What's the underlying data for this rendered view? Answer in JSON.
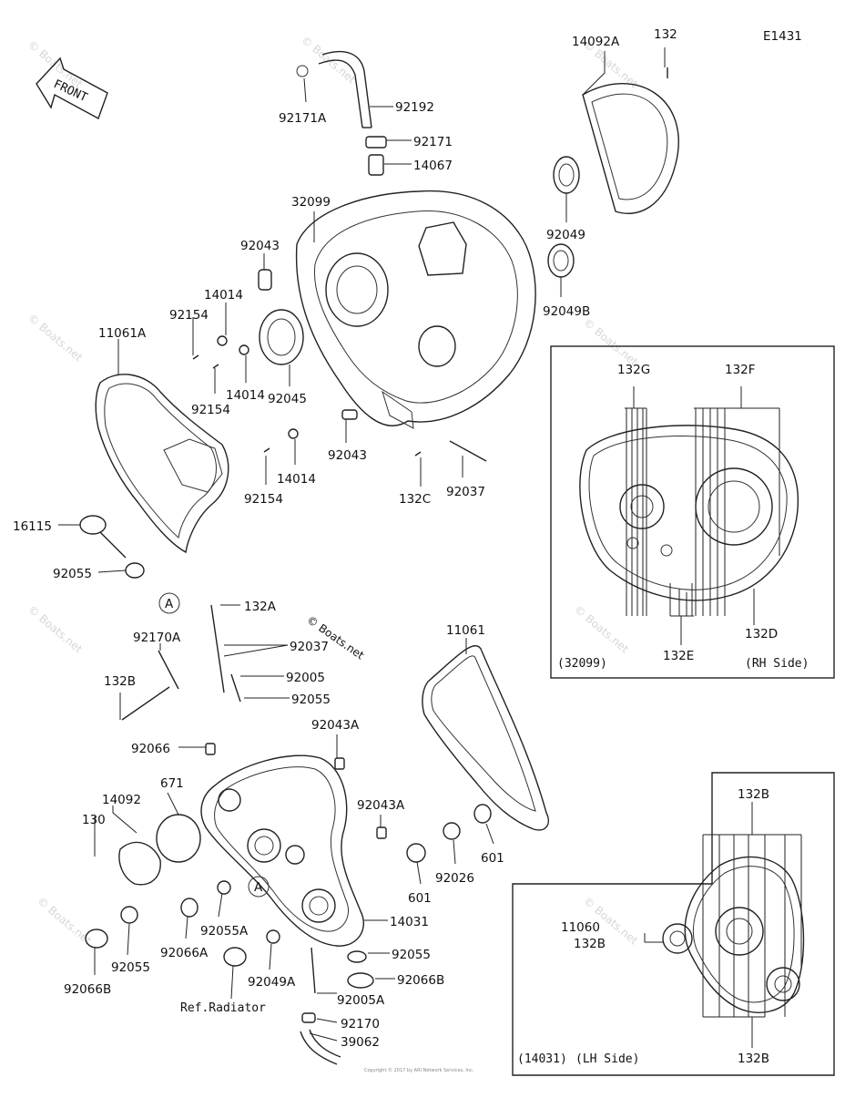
{
  "diagram_code": "E1431",
  "front_label": "FRONT",
  "watermark": "© Boats.net",
  "callout_marker": "A",
  "labels": {
    "p132_top": "132",
    "p14092A": "14092A",
    "p92171A": "92171A",
    "p92192": "92192",
    "p92171": "92171",
    "p14067": "14067",
    "p32099": "32099",
    "p92049": "92049",
    "p92049B": "92049B",
    "p92043_a": "92043",
    "p14014_a": "14014",
    "p92154_a": "92154",
    "p11061A": "11061A",
    "p92154_b": "92154",
    "p14014_b": "14014",
    "p92045": "92045",
    "p92043_b": "92043",
    "p14014_c": "14014",
    "p92154_c": "92154",
    "p132C": "132C",
    "p92037_a": "92037",
    "p16115": "16115",
    "p92055_a": "92055",
    "p132A": "132A",
    "p92170A": "92170A",
    "p92037_b": "92037",
    "p132B": "132B",
    "p92005": "92005",
    "p92055_b": "92055",
    "p92043A_a": "92043A",
    "p92066": "92066",
    "p671": "671",
    "p14092": "14092",
    "p130": "130",
    "p92043A_b": "92043A",
    "p11061": "11061",
    "p601_a": "601",
    "p92026": "92026",
    "p601_b": "601",
    "p14031": "14031",
    "p92055A": "92055A",
    "p92066A": "92066A",
    "p92055_c": "92055",
    "p92066B_a": "92066B",
    "p92049A": "92049A",
    "p92055_d": "92055",
    "p92066B_b": "92066B",
    "p92005A": "92005A",
    "ref_radiator": "Ref.Radiator",
    "p92170": "92170",
    "p39062": "39062"
  },
  "inset_rh": {
    "p132G": "132G",
    "p132F": "132F",
    "p132D": "132D",
    "p132E": "132E",
    "ref": "(32099)",
    "side": "(RH Side)"
  },
  "inset_lh": {
    "p132B_top": "132B",
    "p11060": "11060",
    "p132B_mid": "132B",
    "p132B_bot": "132B",
    "ref": "(14031)",
    "side": "(LH Side)"
  },
  "footer_text": "Copyright © 2017 by ARI Network Services, Inc."
}
